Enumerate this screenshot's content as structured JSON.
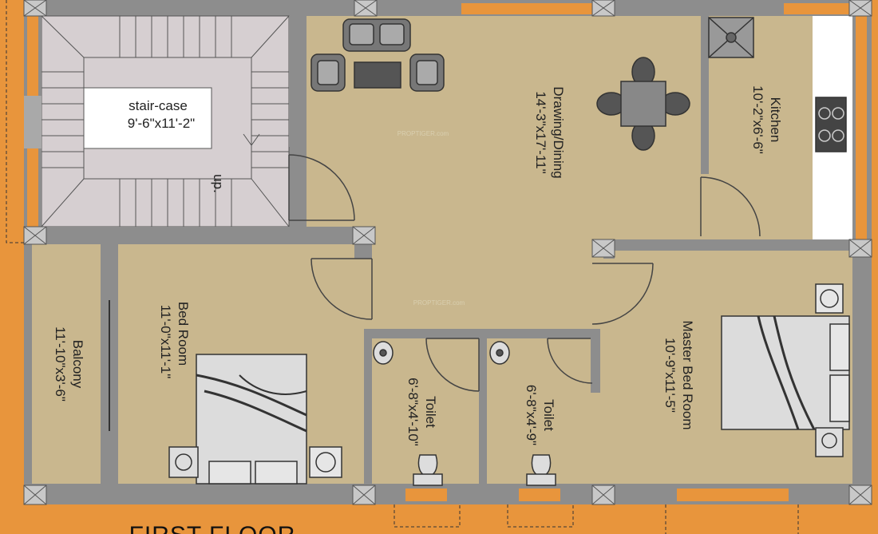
{
  "rooms": {
    "stair": {
      "name": "stair-case",
      "size": "9'-6\"x11'-2\"",
      "up": "up."
    },
    "drawing": {
      "name": "Drawing/Dining",
      "size": "14'-3\"x17'-11\""
    },
    "kitchen": {
      "name": "Kitchen",
      "size": "10'-2\"x6'-6\""
    },
    "bedroom": {
      "name": "Bed Room",
      "size": "11'-0\"x11'-1\""
    },
    "balcony": {
      "name": "Balcony",
      "size": "11'-10\"x3'-6\""
    },
    "toilet1": {
      "name": "Toilet",
      "size": "6'-8\"x4'-10\""
    },
    "toilet2": {
      "name": "Toilet",
      "size": "6'-8\"x4'-9\""
    },
    "master": {
      "name": "Master Bed Room",
      "size": "10'-9\"x11'-5\""
    }
  },
  "floor_title": "FIRST FLOOR",
  "watermark": "PROPTIGER.com",
  "colors": {
    "exterior": "#e8953c",
    "floor": "#c9b78e",
    "wall": "#8d8d8d",
    "stair": "#d6cfd1",
    "kitchen_counter": "#ffffff"
  }
}
